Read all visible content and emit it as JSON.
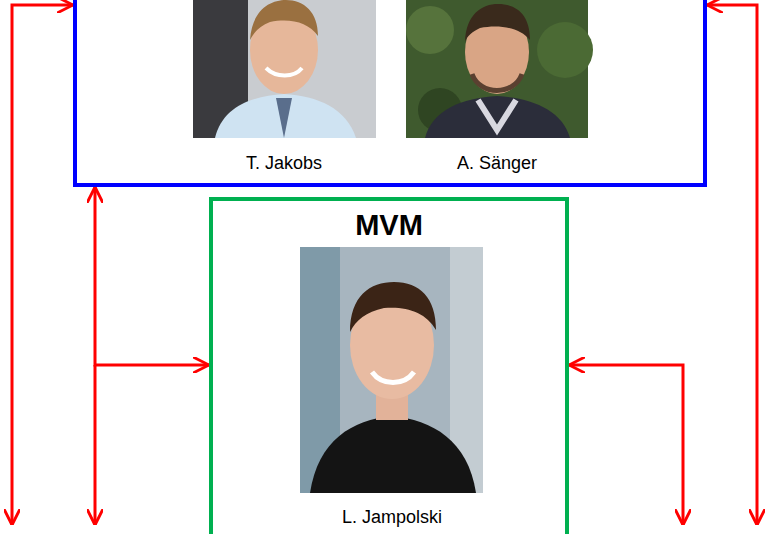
{
  "diagram": {
    "nodes": [
      {
        "text": [
          "T. Jakobs",
          "A. Sänger"
        ]
      },
      {
        "text": [
          "MVM",
          "L. Jampolski"
        ]
      }
    ],
    "edges": [
      {
        "from": 0,
        "to": 1,
        "arrow": "both"
      }
    ]
  }
}
